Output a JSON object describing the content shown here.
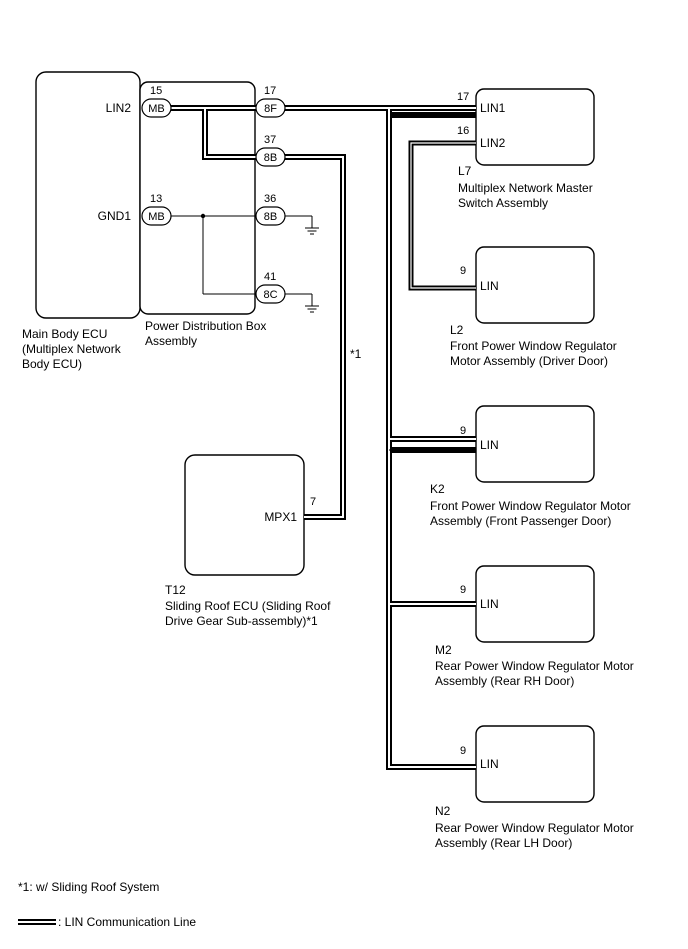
{
  "main_body_ecu": {
    "caption": [
      "Main Body ECU",
      "(Multiplex Network",
      "Body ECU)"
    ],
    "terminals": {
      "lin2": "LIN2",
      "gnd1": "GND1"
    }
  },
  "pdb": {
    "caption": [
      "Power Distribution Box",
      "Assembly"
    ],
    "connectors": [
      {
        "label": "MB",
        "pin": "15"
      },
      {
        "label": "MB",
        "pin": "13"
      },
      {
        "label": "8F",
        "pin": "17"
      },
      {
        "label": "8B",
        "pin": "37"
      },
      {
        "label": "8B",
        "pin": "36"
      },
      {
        "label": "8C",
        "pin": "41"
      }
    ]
  },
  "l7": {
    "code": "L7",
    "caption": [
      "Multiplex Network Master",
      "Switch Assembly"
    ],
    "terminals": [
      {
        "name": "LIN1",
        "pin": "17"
      },
      {
        "name": "LIN2",
        "pin": "16"
      }
    ]
  },
  "l2": {
    "code": "L2",
    "caption": [
      "Front Power Window Regulator",
      "Motor Assembly (Driver Door)"
    ],
    "terminal": "LIN",
    "pin": "9"
  },
  "k2": {
    "code": "K2",
    "caption": [
      "Front Power Window Regulator Motor",
      "Assembly (Front Passenger Door)"
    ],
    "terminal": "LIN",
    "pin": "9"
  },
  "m2": {
    "code": "M2",
    "caption": [
      "Rear Power Window Regulator Motor",
      "Assembly (Rear RH Door)"
    ],
    "terminal": "LIN",
    "pin": "9"
  },
  "n2": {
    "code": "N2",
    "caption": [
      "Rear Power Window Regulator Motor",
      "Assembly (Rear LH Door)"
    ],
    "terminal": "LIN",
    "pin": "9"
  },
  "t12": {
    "code": "T12",
    "caption": [
      "Sliding Roof ECU (Sliding Roof",
      "Drive Gear Sub-assembly)*1"
    ],
    "terminal": "MPX1",
    "pin": "7"
  },
  "wire_note": "*1",
  "legend": {
    "footnote": "*1: w/ Sliding Roof System",
    "lin_line": ": LIN Communication Line"
  }
}
